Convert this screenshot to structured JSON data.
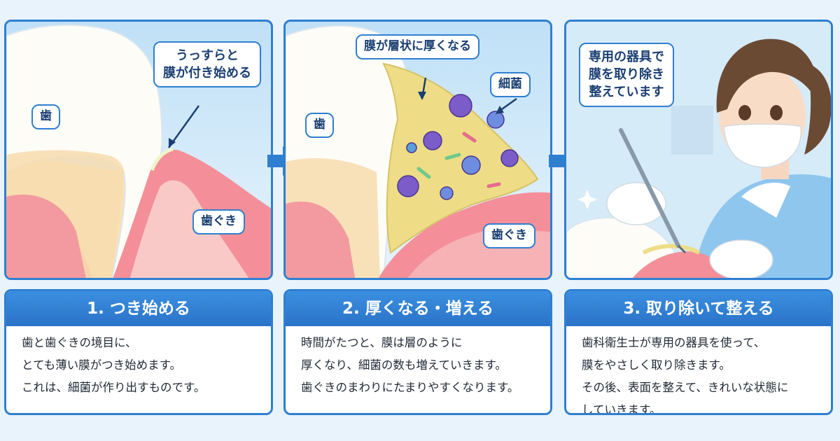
{
  "steps": [
    {
      "title": "1. つき始める",
      "labels": {
        "tooth": "歯",
        "gum": "歯ぐき",
        "callout": "うっすらと\n膜が付き始める"
      },
      "body": [
        "歯と歯ぐきの境目に、",
        "とても薄い膜がつき始めます。",
        "これは、細菌が作り出すものです。"
      ]
    },
    {
      "title": "2. 厚くなる・増える",
      "labels": {
        "tooth": "歯",
        "gum": "歯ぐき",
        "callout": "膜が層状に厚くなる",
        "bacteria": "細菌"
      },
      "body": [
        "時間がたつと、膜は層のように",
        "厚くなり、細菌の数も増えていきます。",
        "歯ぐきのまわりにたまりやすくなります。"
      ]
    },
    {
      "title": "3. 取り除いて整える",
      "labels": {
        "callout": "専用の器具で\n膜を取り除き\n整えています"
      },
      "body": [
        "歯科衛生士が専用の器具を使って、",
        "膜をやさしく取り除きます。",
        "その後、表面を整えて、きれいな状態に",
        "していきます。"
      ]
    }
  ],
  "colors": {
    "accent": "#2f7fd0",
    "gum": "#f48f99",
    "tooth": "#fdfcf7",
    "plaque": "#eedd86",
    "bacteria": "#7b5cc9"
  }
}
